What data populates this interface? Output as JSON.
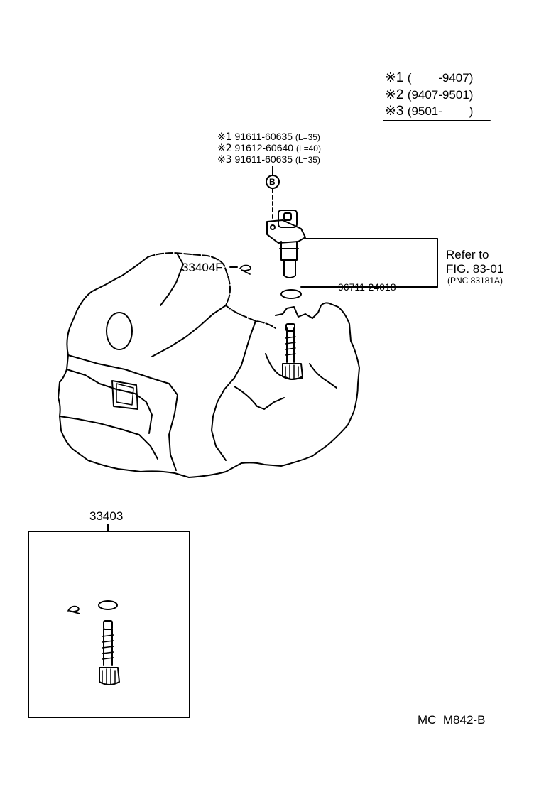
{
  "legend": {
    "rows": [
      {
        "mark": "※",
        "num": "1",
        "range": "(        -9407)"
      },
      {
        "mark": "※",
        "num": "2",
        "range": "(9407-9501)"
      },
      {
        "mark": "※",
        "num": "3",
        "range": "(9501-        )"
      }
    ]
  },
  "bolt_parts": [
    {
      "mark": "※1",
      "number": "91611-60635",
      "length": "(L=35)"
    },
    {
      "mark": "※2",
      "number": "91612-60640",
      "length": "(L=40)"
    },
    {
      "mark": "※3",
      "number": "91611-60635",
      "length": "(L=35)"
    }
  ],
  "callout_b": "B",
  "refer": {
    "line1": "Refer to",
    "line2": "FIG. 83-01",
    "line3": "(PNC 83181A)"
  },
  "part_oring": "96711-24018",
  "part_clip": "33404F",
  "part_kit": "33403",
  "diagram_code": "MC  M842-B"
}
